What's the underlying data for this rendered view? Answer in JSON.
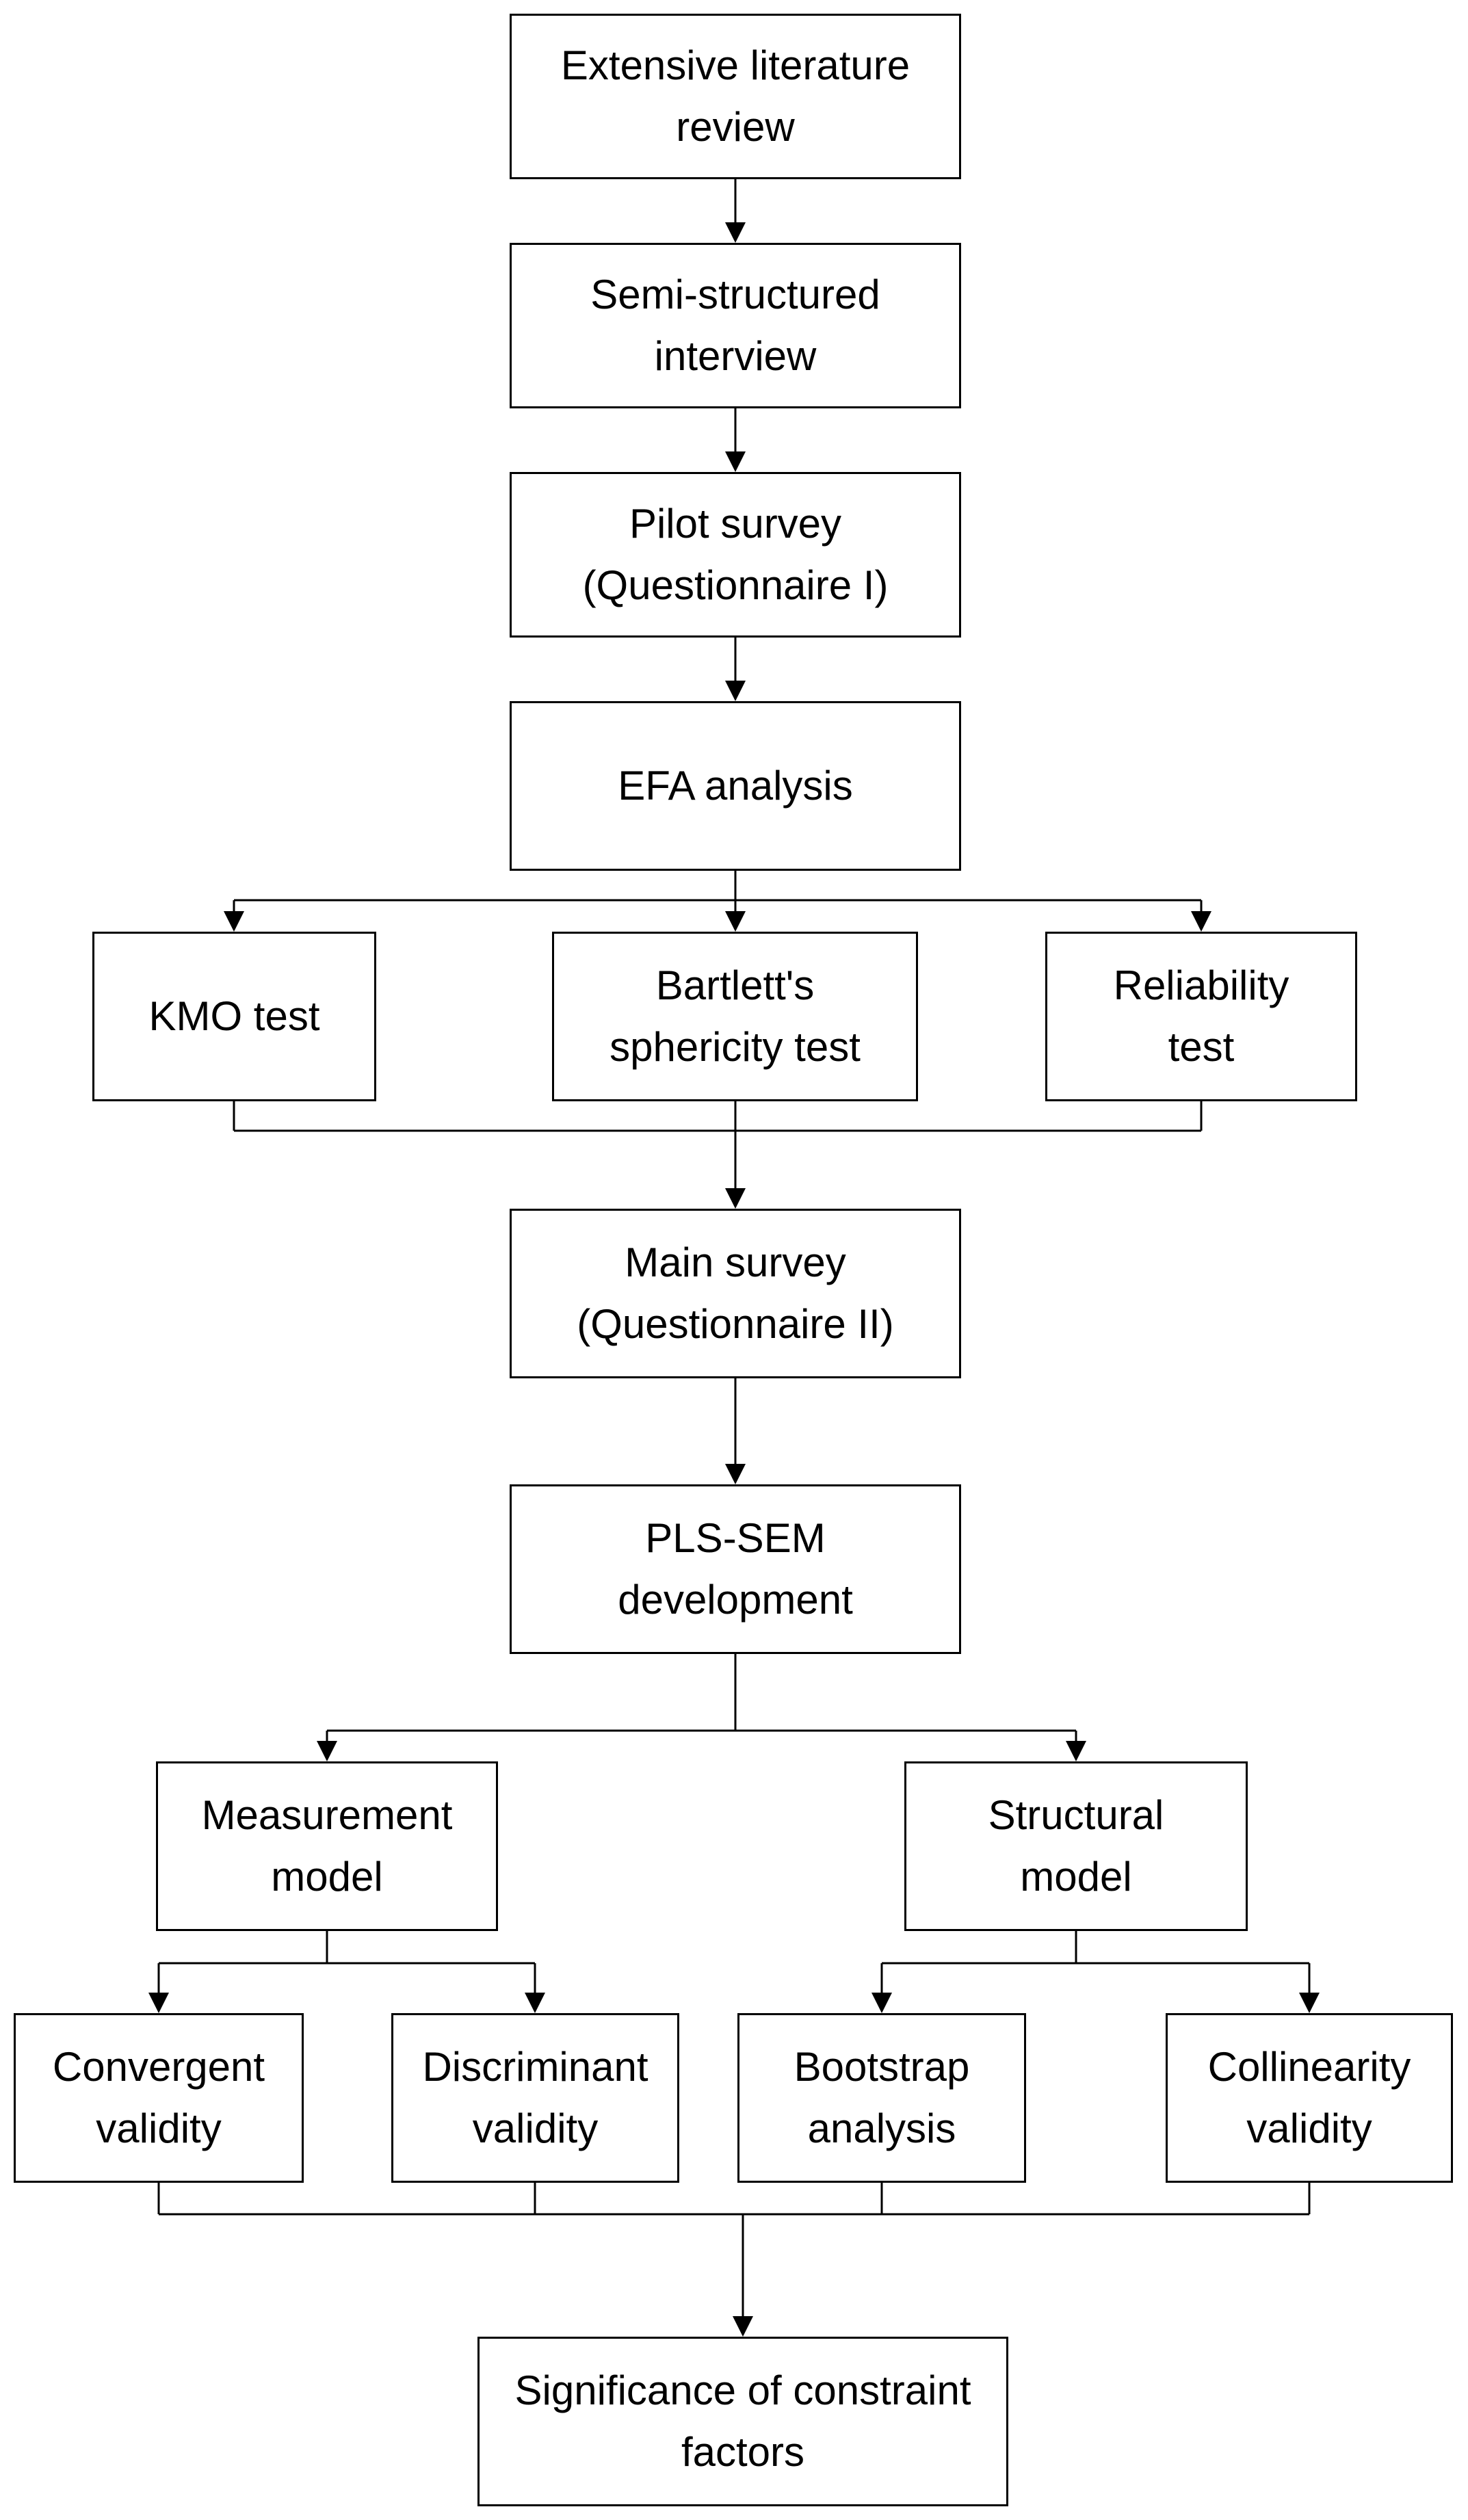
{
  "nodes": {
    "literature": {
      "lines": [
        "Extensive literature",
        "review"
      ]
    },
    "interview": {
      "lines": [
        "Semi-structured",
        "interview"
      ]
    },
    "pilot": {
      "lines": [
        "Pilot survey",
        "(Questionnaire I)"
      ]
    },
    "efa": {
      "lines": [
        "EFA analysis"
      ]
    },
    "kmo": {
      "lines": [
        "KMO test"
      ]
    },
    "bartlett": {
      "lines": [
        "Bartlett's",
        "sphericity test"
      ]
    },
    "reliability": {
      "lines": [
        "Reliability",
        "test"
      ]
    },
    "main": {
      "lines": [
        "Main survey",
        "(Questionnaire II)"
      ]
    },
    "plssem": {
      "lines": [
        "PLS-SEM",
        "development"
      ]
    },
    "measurement": {
      "lines": [
        "Measurement",
        "model"
      ]
    },
    "structural": {
      "lines": [
        "Structural",
        "model"
      ]
    },
    "convergent": {
      "lines": [
        "Convergent",
        "validity"
      ]
    },
    "discriminant": {
      "lines": [
        "Discriminant",
        "validity"
      ]
    },
    "bootstrap": {
      "lines": [
        "Bootstrap",
        "analysis"
      ]
    },
    "collinearity": {
      "lines": [
        "Collinearity",
        "validity"
      ]
    },
    "significance": {
      "lines": [
        "Significance of constraint",
        "factors"
      ]
    }
  },
  "colors": {
    "stroke": "#000000",
    "fill": "#ffffff",
    "text": "#000000"
  }
}
